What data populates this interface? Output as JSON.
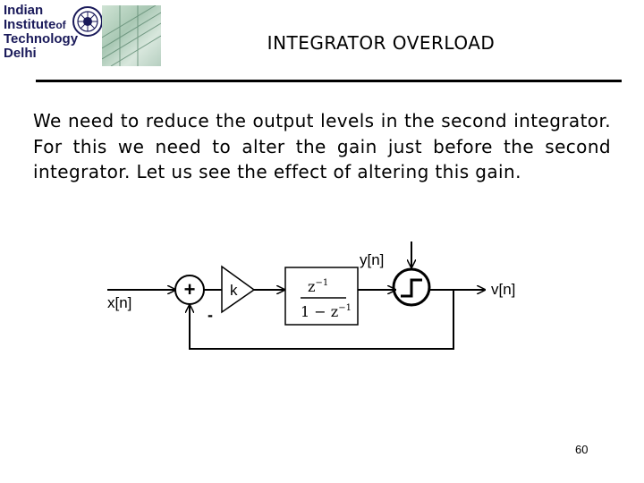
{
  "header": {
    "logo_lines": [
      "Indian",
      "Institute",
      "of",
      "Technology",
      "Delhi"
    ],
    "title": "INTEGRATOR OVERLOAD"
  },
  "body": {
    "paragraph": "We need to reduce the output levels in the second integrator. For this we need to alter the gain just before the second integrator. Let us see the effect of altering this gain."
  },
  "diagram": {
    "input_label": "x[n]",
    "sum_plus": "+",
    "sum_minus": "-",
    "gain_label": "k",
    "integrator_num": "z",
    "integrator_num_exp": "−1",
    "integrator_den": "1 − z",
    "integrator_den_exp": "−1",
    "quantizer_input_label": "y[n]",
    "output_label": "v[n]"
  },
  "footer": {
    "page_number": "60"
  }
}
